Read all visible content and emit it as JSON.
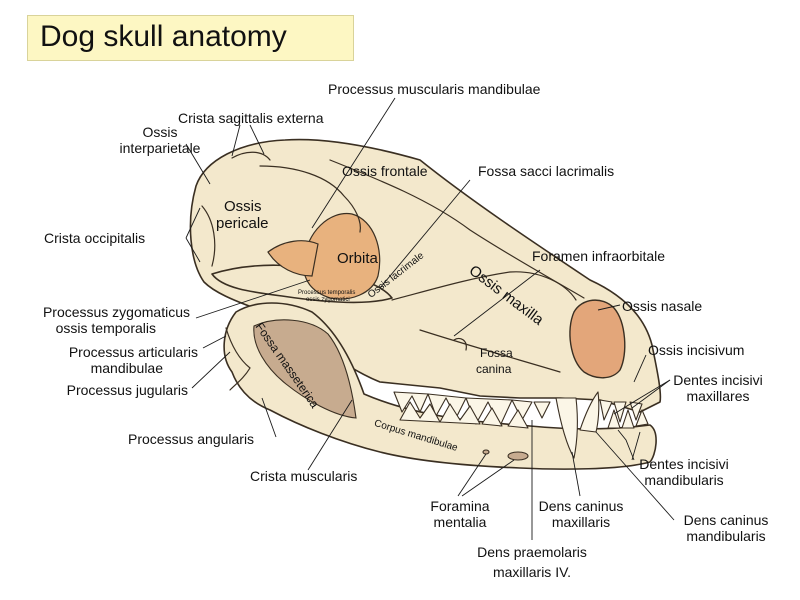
{
  "title": "Dog skull anatomy",
  "labels": {
    "processus_muscularis_mandibulae": "Processus muscularis mandibulae",
    "crista_sagittalis_externa": "Crista sagittalis externa",
    "ossis_interparietale_1": "Ossis",
    "ossis_interparietale_2": "interparietale",
    "ossis_frontale": "Ossis frontale",
    "fossa_sacci_lacrimalis": "Fossa sacci lacrimalis",
    "crista_occipitalis": "Crista occipitalis",
    "foramen_infraorbitale": "Foramen infraorbitale",
    "ossis_nasale": "Ossis nasale",
    "processus_zygomaticus_1": "Processus zygomaticus",
    "processus_zygomaticus_2": "ossis temporalis",
    "processus_articularis_1": "Processus articularis",
    "processus_articularis_2": "mandibulae",
    "ossis_incisivum": "Ossis incisivum",
    "processus_jugularis": "Processus jugularis",
    "dentes_incisivi_maxillares_1": "Dentes incisivi",
    "dentes_incisivi_maxillares_2": "maxillares",
    "processus_angularis": "Processus angularis",
    "dentes_incisivi_mandibularis_1": "Dentes incisivi",
    "dentes_incisivi_mandibularis_2": "mandibularis",
    "crista_muscularis": "Crista muscularis",
    "foramina_mentalia_1": "Foramina",
    "foramina_mentalia_2": "mentalia",
    "dens_caninus_maxillaris_1": "Dens caninus",
    "dens_caninus_maxillaris_2": "maxillaris",
    "dens_caninus_mandibularis_1": "Dens caninus",
    "dens_caninus_mandibularis_2": "mandibularis",
    "dens_praemolaris_1": "Dens praemolaris",
    "dens_praemolaris_2": "maxillaris IV."
  },
  "inside_labels": {
    "ossis_pericale_1": "Ossis",
    "ossis_pericale_2": "pericale",
    "orbita": "Orbita",
    "ossis_lacrimale": "Ossis lacrimale",
    "ossis_maxilla": "Ossis maxilla",
    "fossa_canina_1": "Fossa",
    "fossa_canina_2": "canina",
    "fossa_masseterica": "Fossa masseterica",
    "corpus_mandibulae": "Corpus mandibulae",
    "processus_temporalis_1": "Processus temporalis",
    "processus_temporalis_2": "ossis zygomatici"
  },
  "colors": {
    "bone": "#f3e8cc",
    "outline": "#3a2f22",
    "orbit": "#e8b27e",
    "nasal_cavity": "#e3a67a",
    "fossa_shade": "#c7ab8f",
    "title_background": "#fdf7c3"
  }
}
